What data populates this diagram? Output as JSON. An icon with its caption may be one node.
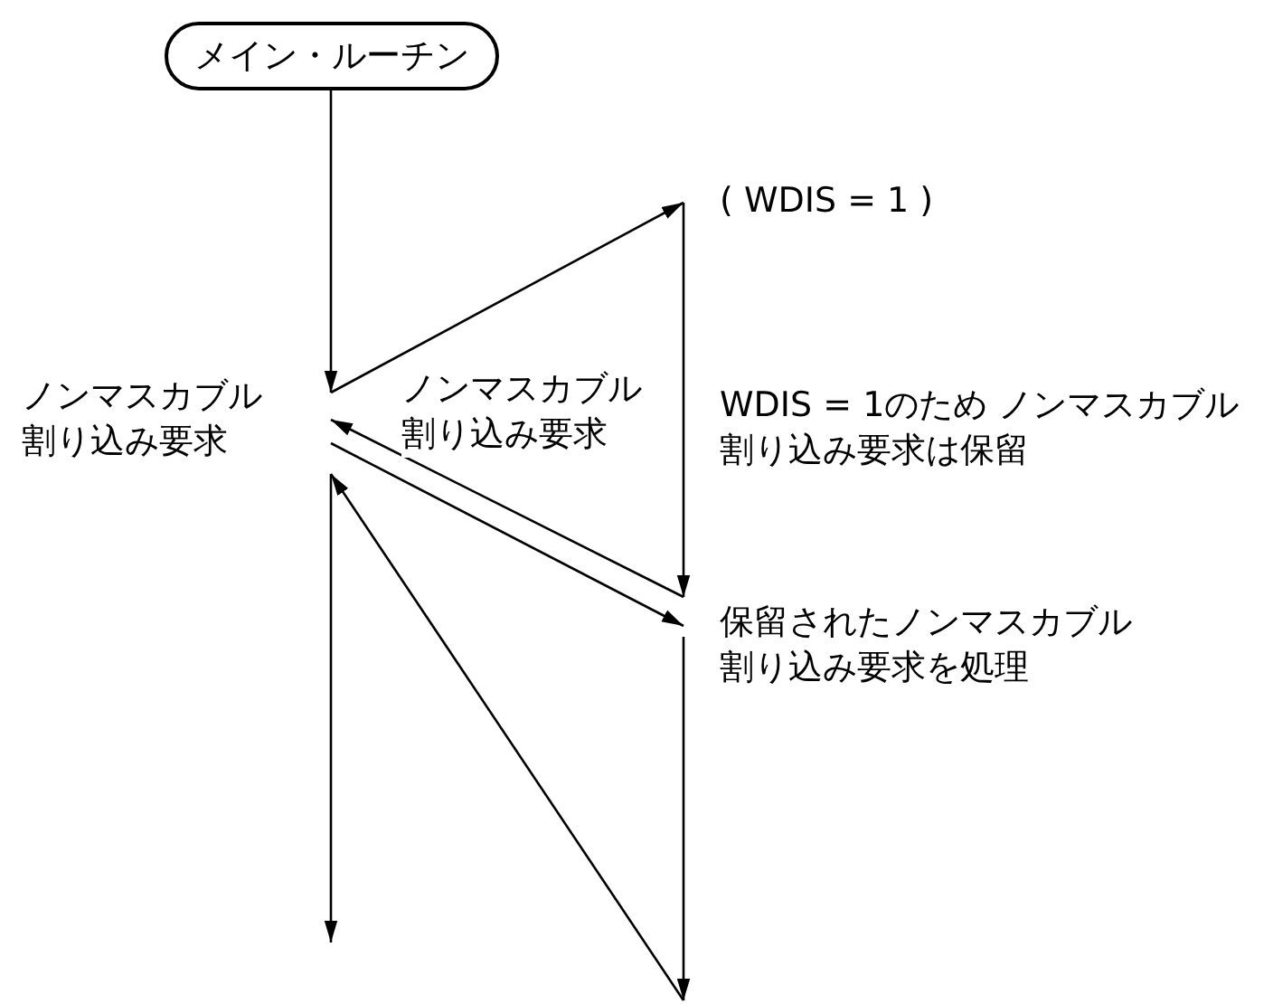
{
  "diagram": {
    "nodes": [
      {
        "text": [
          "メイン・ルーチン"
        ]
      },
      {
        "text": [
          "ノンマスカブル割り込み要求"
        ]
      },
      {
        "text": [
          "( WDIS = 1 )"
        ]
      },
      {
        "text": [
          "保留されたノンマスカブル割り込み要求を処理"
        ]
      }
    ],
    "edges": [
      {
        "from": 0,
        "to": 1,
        "arrow": "to"
      },
      {
        "from": 1,
        "to": 2,
        "arrow": "to",
        "label": "ノンマスカブル割り込み要求"
      },
      {
        "from": 2,
        "to": 3,
        "arrow": "to",
        "label": "WDIS = 1のため ノンマスカブル割り込み要求は保留"
      },
      {
        "from": 3,
        "to": 1,
        "arrow": "to"
      },
      {
        "from": 1,
        "to": 3,
        "arrow": "to"
      },
      {
        "from": 1,
        "to": null,
        "arrow": "to"
      },
      {
        "from": 3,
        "to": null,
        "arrow": "to"
      },
      {
        "from": null,
        "to": 1,
        "arrow": "to"
      }
    ]
  }
}
